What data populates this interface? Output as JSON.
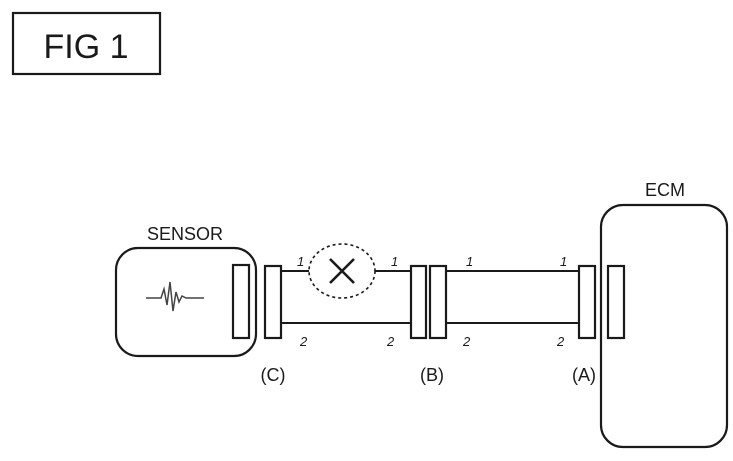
{
  "figure": {
    "title": "FIG 1"
  },
  "diagram": {
    "sensor_label": "SENSOR",
    "ecm_label": "ECM",
    "connectors": {
      "c": "(C)",
      "b": "(B)",
      "a": "(A)"
    },
    "pins": {
      "wire1_c": "1",
      "wire1_b_left": "1",
      "wire1_b_right": "1",
      "wire1_a": "1",
      "wire2_c": "2",
      "wire2_b_left": "2",
      "wire2_b_right": "2",
      "wire2_a": "2"
    }
  }
}
